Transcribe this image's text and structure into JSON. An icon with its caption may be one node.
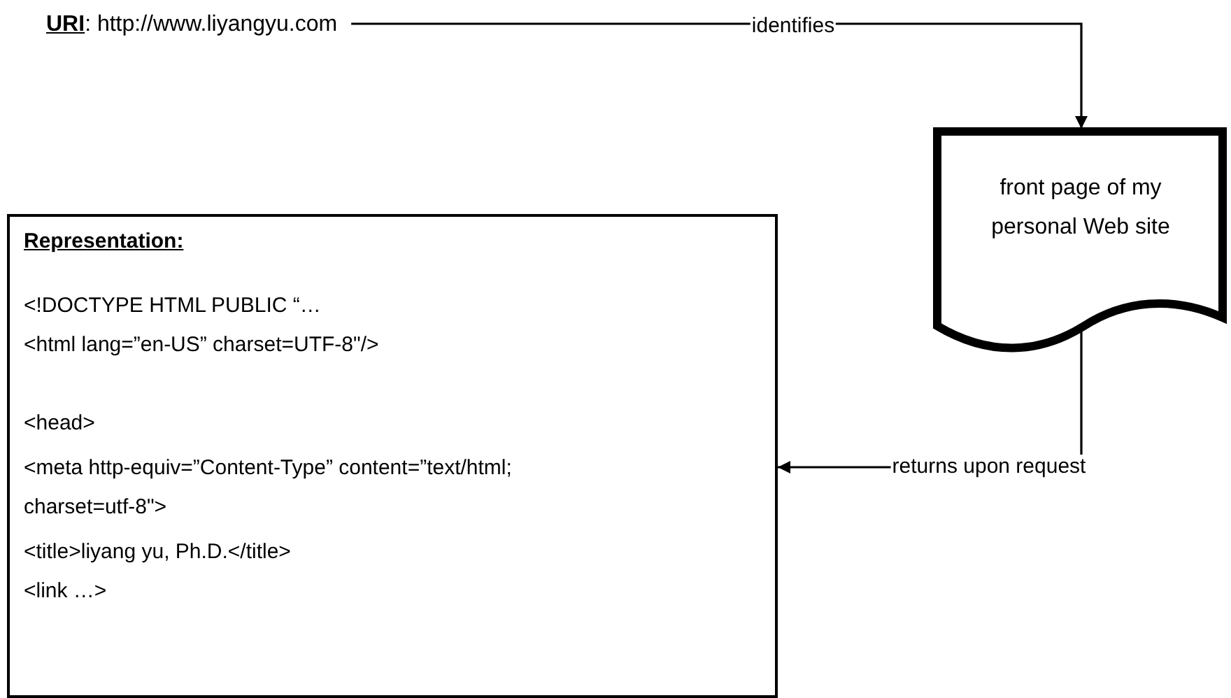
{
  "diagram": {
    "nodes": [
      {
        "text": [
          "**URI**: http://www.liyangyu.com"
        ]
      },
      {
        "text": [
          "front page of my personal Web site"
        ]
      },
      {
        "text": [
          "Representation:",
          "<!DOCTYPE HTML PUBLIC “…",
          "<html lang=”en-US” charset=UTF-8\"/>",
          "<head>",
          "<meta http-equiv=”Content-Type” content=”text/html; charset=utf-8\">",
          "<title>liyang yu, Ph.D.</title>",
          "<link …>"
        ]
      }
    ],
    "edges": [
      {
        "from": 0,
        "to": 1,
        "arrow": "to",
        "label": "identifies"
      },
      {
        "from": 1,
        "to": 2,
        "arrow": "to",
        "label": "returns upon request"
      }
    ]
  }
}
